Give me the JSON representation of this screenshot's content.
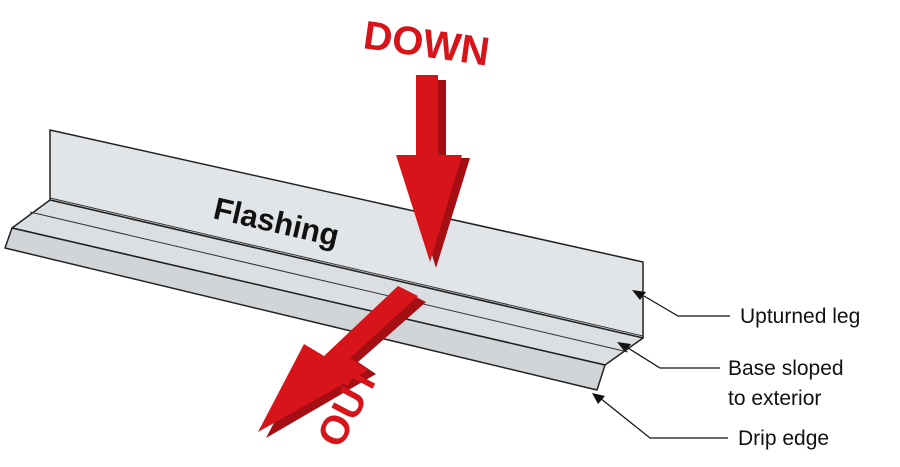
{
  "diagram": {
    "title": "Flashing",
    "down_label": "DOWN",
    "out_label": "OUT",
    "callouts": {
      "upturned_leg": "Upturned leg",
      "base_line1": "Base sloped",
      "base_line2": "to exterior",
      "drip_edge": "Drip edge"
    }
  },
  "colors": {
    "arrow_red": "#d8141b",
    "arrow_dark": "#a50e13",
    "metal_light": "#e1e4e6",
    "metal_face": "#d7dadc",
    "outline": "#222222"
  }
}
